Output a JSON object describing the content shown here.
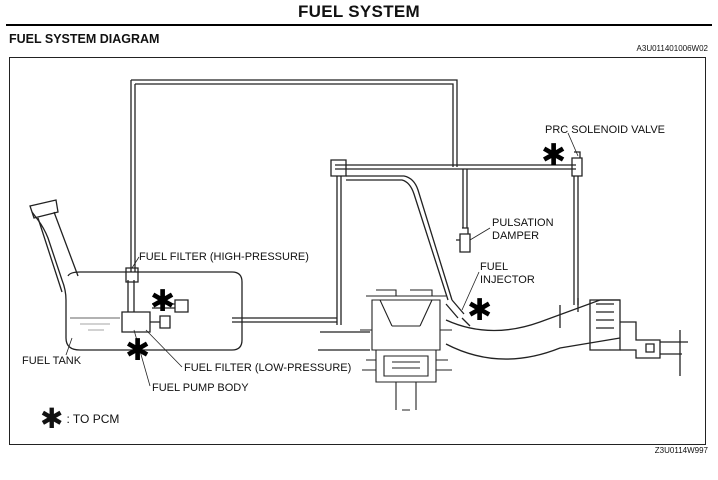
{
  "header": {
    "title": "FUEL SYSTEM"
  },
  "section": {
    "title": "FUEL SYSTEM DIAGRAM",
    "code_top": "A3U011401006W02",
    "code_bottom": "Z3U0114W997"
  },
  "labels": {
    "prc_solenoid_valve": "PRC SOLENOID VALVE",
    "pulsation_damper": [
      "PULSATION",
      "DAMPER"
    ],
    "fuel_injector": [
      "FUEL",
      "INJECTOR"
    ],
    "fuel_filter_high": "FUEL FILTER (HIGH-PRESSURE)",
    "fuel_filter_low": "FUEL FILTER (LOW-PRESSURE)",
    "fuel_tank": "FUEL TANK",
    "fuel_pump_body": "FUEL PUMP BODY"
  },
  "legend": {
    "symbol": "✱",
    "text": ": TO PCM"
  },
  "colors": {
    "line": "#222222",
    "label_grey": "#555555"
  }
}
